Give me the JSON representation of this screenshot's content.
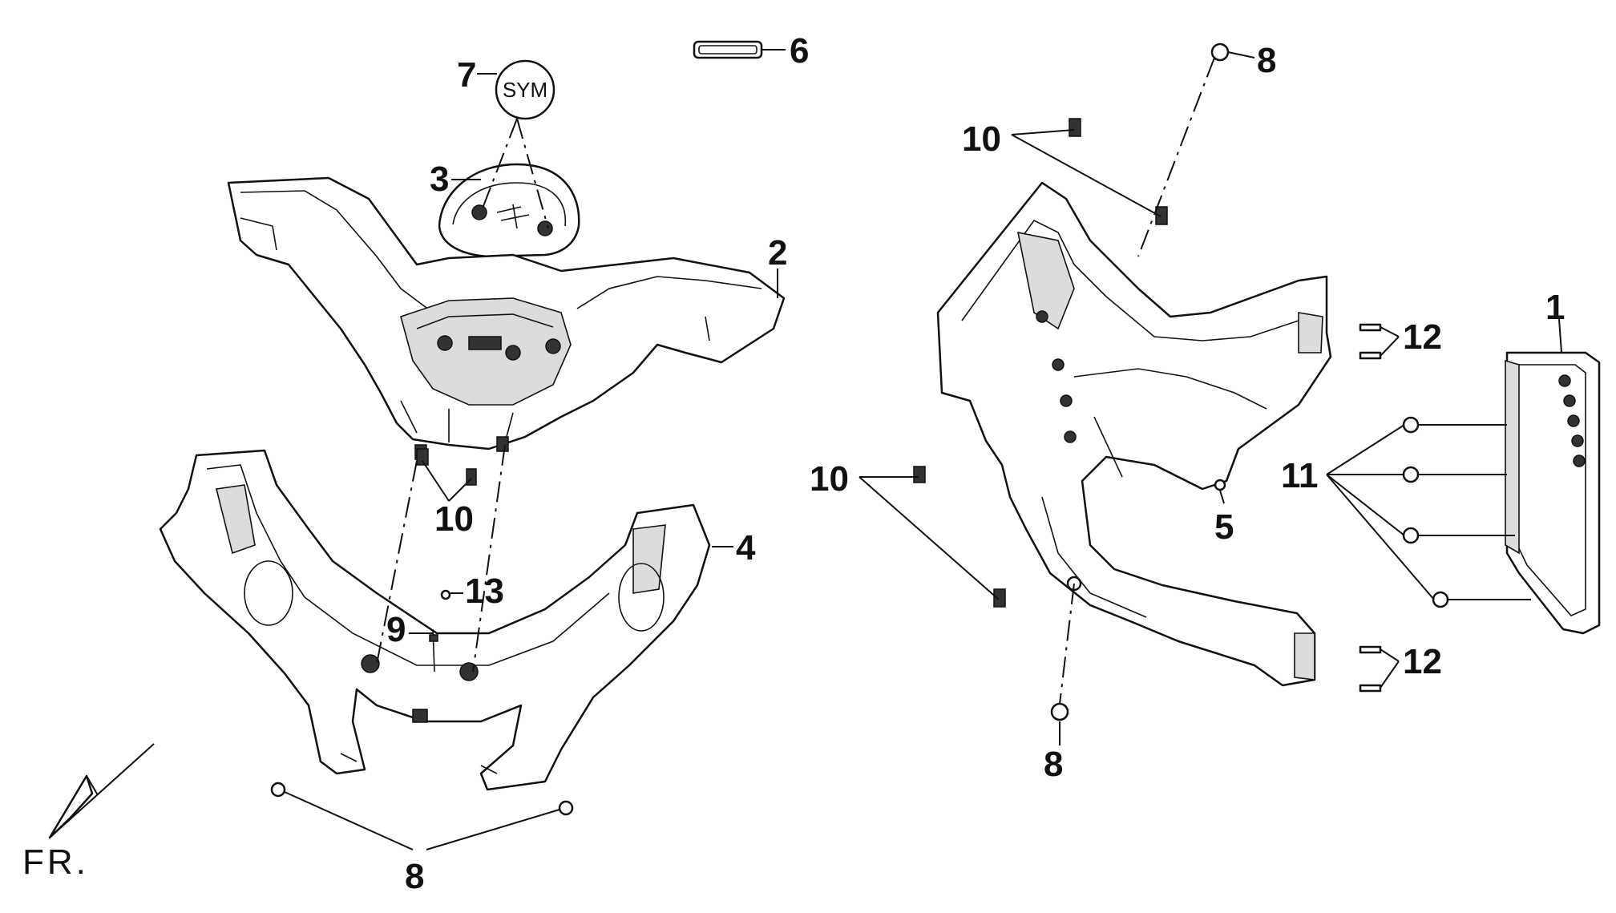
{
  "diagram": {
    "callouts": {
      "c1": "1",
      "c2": "2",
      "c3": "3",
      "c4": "4",
      "c5": "5",
      "c6": "6",
      "c7": "7",
      "c8a": "8",
      "c8b": "8",
      "c8c": "8",
      "c9": "9",
      "c10a": "10",
      "c10b": "10",
      "c10c": "10",
      "c11": "11",
      "c12a": "12",
      "c12b": "12",
      "c13": "13"
    },
    "emblem_text": "SYM",
    "direction_label": "FR."
  }
}
